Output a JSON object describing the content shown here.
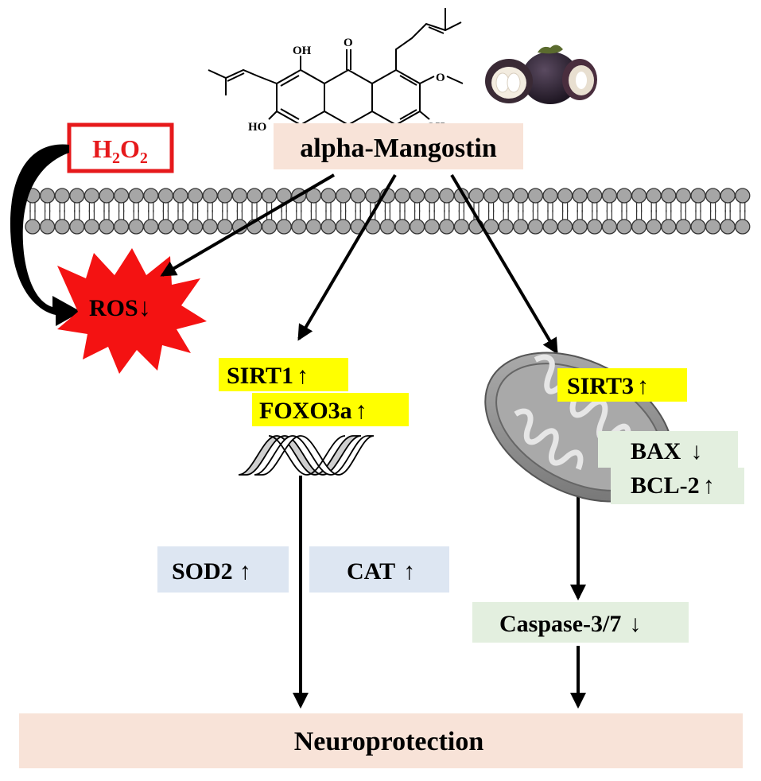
{
  "compound": {
    "name": "alpha-Mangostin",
    "structure_labels": {
      "carbonyl": "O",
      "oh_top": "OH",
      "oh_left": "HO",
      "oh_right": "OH",
      "ring_o": "O",
      "methoxy_o": "O"
    }
  },
  "stressor": {
    "h": "H",
    "sub1": "2",
    "o": "O",
    "sub2": "2"
  },
  "ros": {
    "label": "ROS",
    "arrow": "↓"
  },
  "nucleus": {
    "sirt1": {
      "label": "SIRT1",
      "arrow": "↑"
    },
    "foxo3a": {
      "label": "FOXO3a",
      "arrow": "↑"
    }
  },
  "antioxidants": [
    {
      "label": "SOD2",
      "arrow": "↑"
    },
    {
      "label": "CAT",
      "arrow": "↑"
    }
  ],
  "mitochondria": {
    "sirt3": {
      "label": "SIRT3",
      "arrow": "↑"
    },
    "bax": {
      "label": "BAX",
      "arrow": "↓"
    },
    "bcl2": {
      "label": "BCL-2",
      "arrow": "↑"
    }
  },
  "caspase": {
    "label": "Caspase-3/7",
    "arrow": "↓"
  },
  "outcome": {
    "label": "Neuroprotection"
  },
  "colors": {
    "pink_box": "#f8e3d8",
    "yellow": "#ffff00",
    "green_box": "#e3efdf",
    "blue_box": "#dde6f2",
    "red": "#e6191b",
    "ros_fill": "#f41212",
    "membrane": "#a6a6a6",
    "mito": "#8a8a8a"
  },
  "icons": [
    "mangosteen-fruit-icon",
    "dna-helix-icon",
    "mitochondrion-icon",
    "cell-membrane-icon"
  ]
}
